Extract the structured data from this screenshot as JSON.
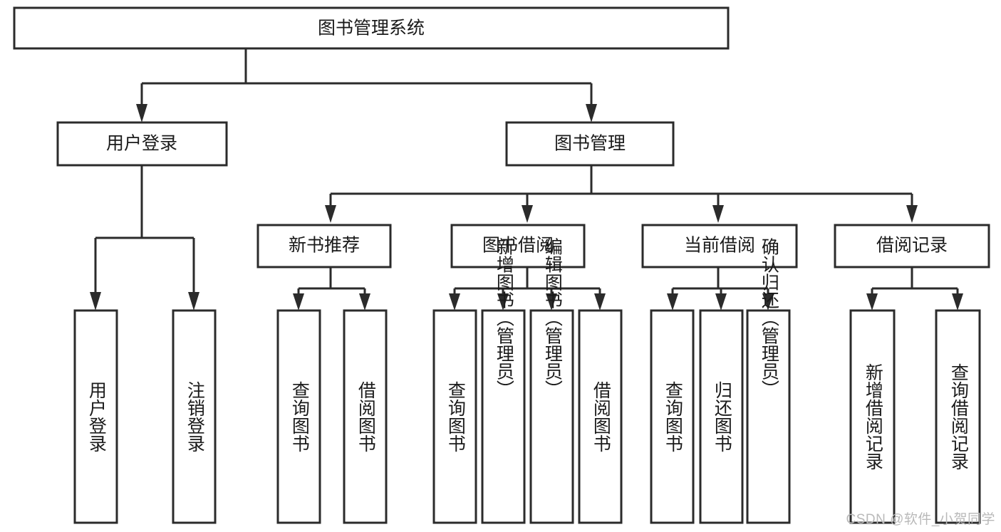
{
  "diagram": {
    "title": "图书管理系统",
    "type": "tree-hierarchy",
    "style": {
      "background": "#ffffff",
      "box_fill": "#ffffff",
      "box_stroke": "#2b2b2b",
      "text_color": "#1a1a1a",
      "connector_color": "#2b2b2b",
      "watermark_color": "#b9b9b9"
    },
    "nodes": {
      "root": {
        "label": "图书管理系统",
        "level": 0,
        "orientation": "horizontal"
      },
      "level1": [
        {
          "id": "user-login",
          "label": "用户登录",
          "orientation": "horizontal"
        },
        {
          "id": "book-manage",
          "label": "图书管理",
          "orientation": "horizontal"
        }
      ],
      "level2": [
        {
          "id": "new-book-recommend",
          "label": "新书推荐",
          "parent": "book-manage",
          "orientation": "horizontal"
        },
        {
          "id": "book-borrow",
          "label": "图书借阅",
          "parent": "book-manage",
          "orientation": "horizontal"
        },
        {
          "id": "current-borrow",
          "label": "当前借阅",
          "parent": "book-manage",
          "orientation": "horizontal"
        },
        {
          "id": "borrow-record",
          "label": "借阅记录",
          "parent": "book-manage",
          "orientation": "horizontal"
        }
      ],
      "leaves": [
        {
          "id": "leaf-user-login",
          "label": "用户登录",
          "parent": "user-login",
          "orientation": "vertical"
        },
        {
          "id": "leaf-user-logout",
          "label": "注销登录",
          "parent": "user-login",
          "orientation": "vertical"
        },
        {
          "id": "leaf-query-book-recommend",
          "label": "查询图书",
          "parent": "new-book-recommend",
          "orientation": "vertical"
        },
        {
          "id": "leaf-borrow-book-recommend",
          "label": "借阅图书",
          "parent": "new-book-recommend",
          "orientation": "vertical"
        },
        {
          "id": "leaf-query-book-borrow",
          "label": "查询图书",
          "parent": "book-borrow",
          "orientation": "vertical"
        },
        {
          "id": "leaf-add-book",
          "label": "新增图书（管理员）",
          "parent": "book-borrow",
          "orientation": "vertical"
        },
        {
          "id": "leaf-edit-book",
          "label": "编辑图书（管理员）",
          "parent": "book-borrow",
          "orientation": "vertical"
        },
        {
          "id": "leaf-borrow-book",
          "label": "借阅图书",
          "parent": "book-borrow",
          "orientation": "vertical"
        },
        {
          "id": "leaf-query-book-current",
          "label": "查询图书",
          "parent": "current-borrow",
          "orientation": "vertical"
        },
        {
          "id": "leaf-return-book",
          "label": "归还图书",
          "parent": "current-borrow",
          "orientation": "vertical"
        },
        {
          "id": "leaf-confirm-return",
          "label": "确认归还（管理员）",
          "parent": "current-borrow",
          "orientation": "vertical"
        },
        {
          "id": "leaf-add-record",
          "label": "新增借阅记录",
          "parent": "borrow-record",
          "orientation": "vertical"
        },
        {
          "id": "leaf-query-record",
          "label": "查询借阅记录",
          "parent": "borrow-record",
          "orientation": "vertical"
        }
      ]
    },
    "watermark": "CSDN @软件_小贺同学"
  }
}
